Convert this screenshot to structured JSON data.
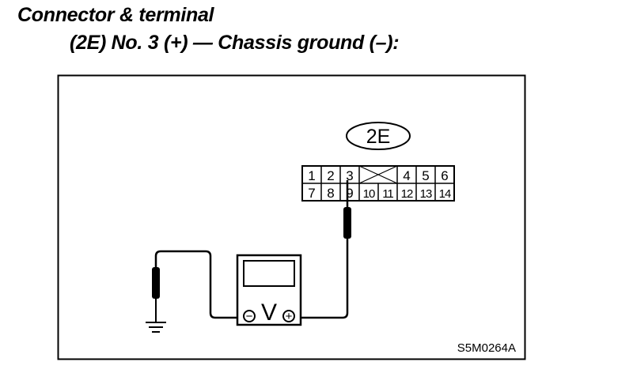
{
  "heading": {
    "line1": "Connector & terminal",
    "line2": "(2E) No. 3 (+) — Chassis ground (–):"
  },
  "connector": {
    "label": "2E",
    "top_row": [
      "1",
      "2",
      "3",
      "",
      "4",
      "5",
      "6"
    ],
    "bottom_row": [
      "7",
      "8",
      "9",
      "10",
      "11",
      "12",
      "13",
      "14"
    ]
  },
  "voltmeter": {
    "symbol": "V",
    "negative_symbol": "−",
    "positive_symbol": "+"
  },
  "figure_code": "S5M0264A",
  "colors": {
    "ink": "#000000",
    "background": "#ffffff"
  },
  "icons": {
    "ground": "ground-symbol-icon",
    "probe": "test-probe-icon",
    "meter": "voltmeter-icon"
  }
}
